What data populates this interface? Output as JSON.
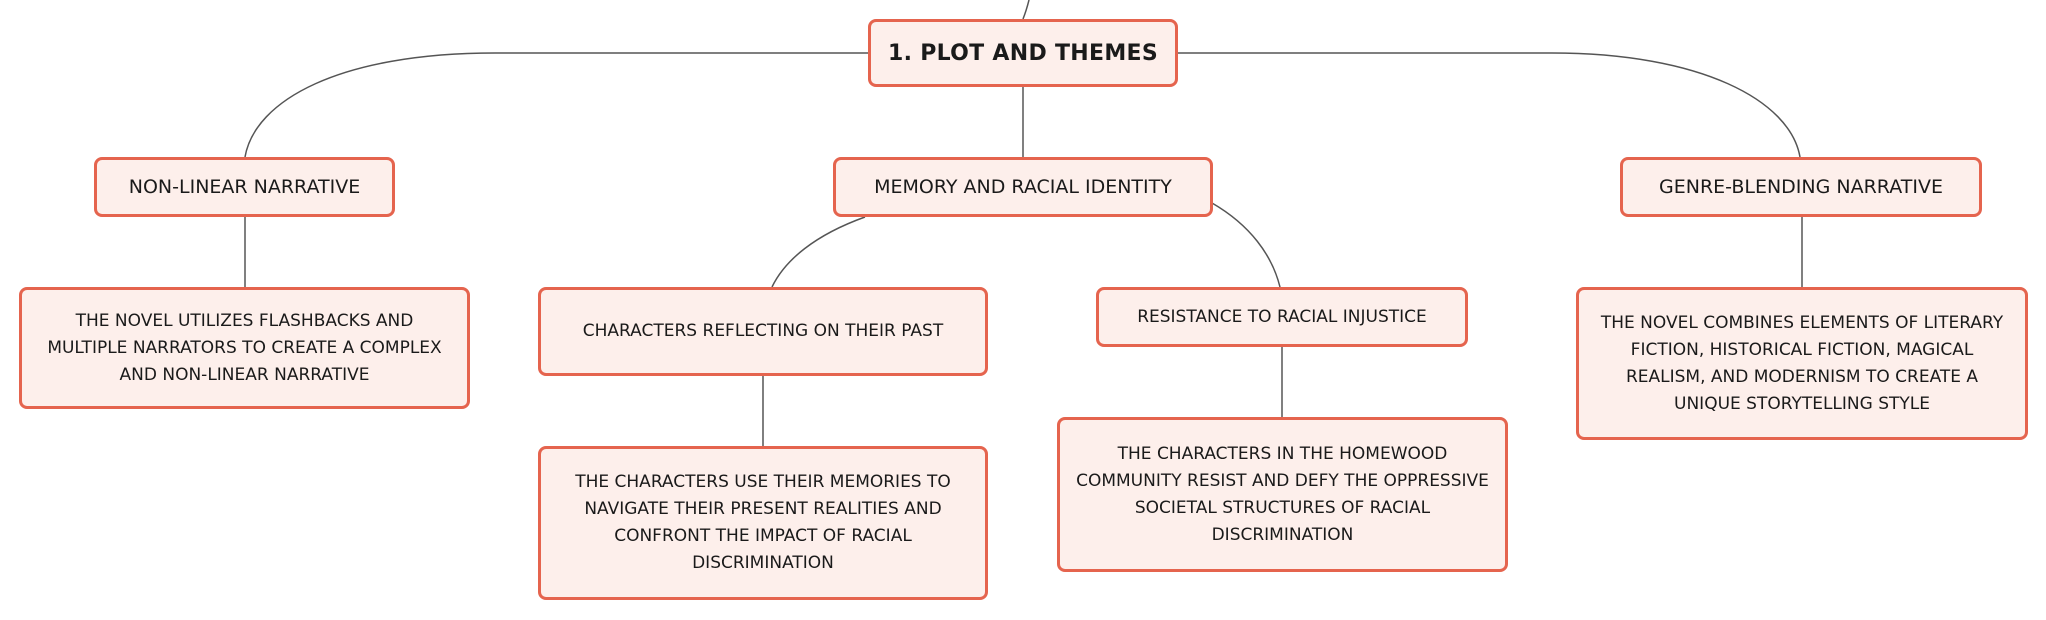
{
  "mindmap": {
    "root": "1. PLOT AND THEMES",
    "branches": [
      {
        "label": "NON-LINEAR NARRATIVE",
        "children": [
          "THE NOVEL UTILIZES FLASHBACKS AND MULTIPLE NARRATORS TO CREATE A COMPLEX AND NON-LINEAR NARRATIVE"
        ]
      },
      {
        "label": "MEMORY AND RACIAL IDENTITY",
        "children": [
          {
            "label": "CHARACTERS REFLECTING ON THEIR PAST",
            "detail": "THE CHARACTERS USE THEIR MEMORIES TO NAVIGATE THEIR PRESENT REALITIES AND CONFRONT THE IMPACT OF RACIAL DISCRIMINATION"
          },
          {
            "label": "RESISTANCE TO RACIAL INJUSTICE",
            "detail": "THE CHARACTERS IN THE HOMEWOOD COMMUNITY RESIST AND DEFY THE OPPRESSIVE SOCIETAL STRUCTURES OF RACIAL DISCRIMINATION"
          }
        ]
      },
      {
        "label": "GENRE-BLENDING NARRATIVE",
        "children": [
          "THE NOVEL COMBINES ELEMENTS OF LITERARY FICTION, HISTORICAL FICTION, MAGICAL REALISM, AND MODERNISM TO CREATE A UNIQUE STORYTELLING STYLE"
        ]
      }
    ]
  },
  "colors": {
    "node_fill": "#fdefeb",
    "node_border": "#e5644e",
    "connector": "#555555",
    "text": "#1a1a1a"
  }
}
